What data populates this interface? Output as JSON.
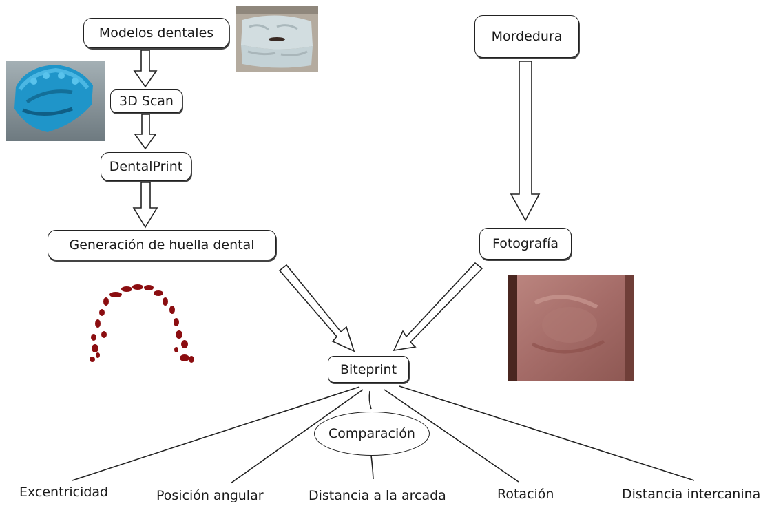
{
  "nodes": {
    "modelos": "Modelos dentales",
    "scan": "3D Scan",
    "dentalprint": "DentalPrint",
    "generacion": "Generación de huella dental",
    "mordedura": "Mordedura",
    "fotografia": "Fotografía",
    "biteprint": "Biteprint",
    "comparacion": "Comparación"
  },
  "outputs": {
    "excentricidad": "Excentricidad",
    "posicion": "Posición angular",
    "distancia_arcada": "Distancia a la arcada",
    "rotacion": "Rotación",
    "distancia_intercanina": "Distancia intercanina"
  },
  "colors": {
    "line": "#222222",
    "scan_model": "#1f95c9",
    "tooth_marks": "#8b0d10",
    "skin": "#a8706c",
    "cast": "#c9d6da"
  }
}
